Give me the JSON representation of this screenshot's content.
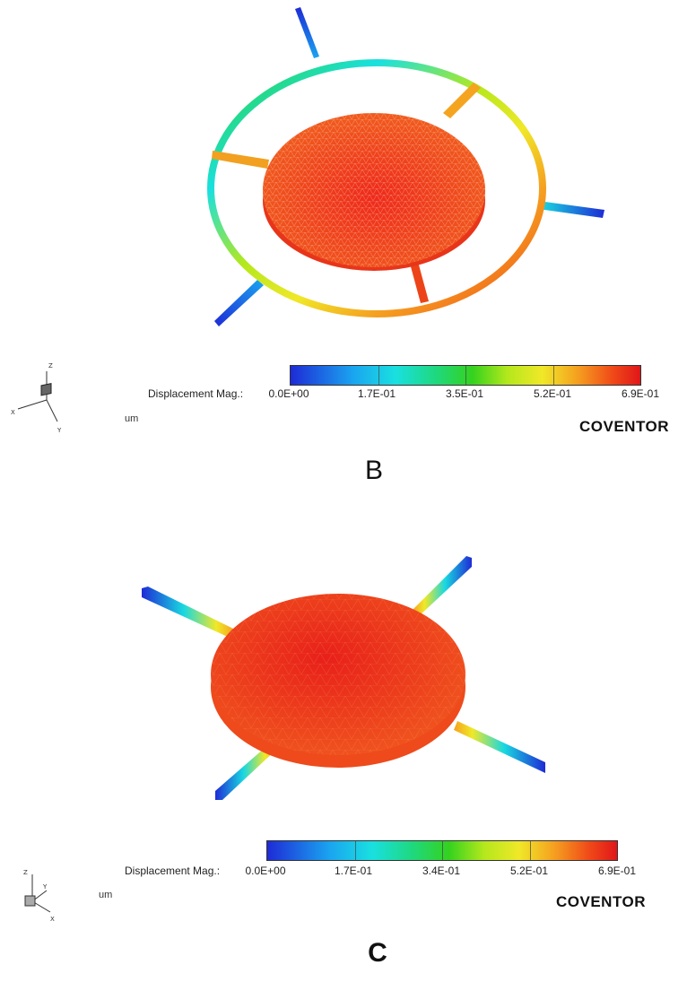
{
  "panel_b": {
    "colorbar": {
      "label": "Displacement Mag.:",
      "ticks": [
        "0.0E+00",
        "1.7E-01",
        "3.5E-01",
        "5.2E-01",
        "6.9E-01"
      ]
    },
    "units": "um",
    "brand": "COVENTOR",
    "fig_label": "B",
    "triad": {
      "z": "Z",
      "x": "X",
      "y": "Y"
    }
  },
  "panel_c": {
    "colorbar": {
      "label": "Displacement Mag.:",
      "ticks": [
        "0.0E+00",
        "1.7E-01",
        "3.4E-01",
        "5.2E-01",
        "6.9E-01"
      ]
    },
    "units": "um",
    "brand": "COVENTOR",
    "fig_label": "C",
    "triad": {
      "z": "Z",
      "y": "Y",
      "x": "X"
    }
  },
  "colors": {
    "min": "#1e2bd6",
    "max": "#e0161a",
    "disc": "#f0401e"
  }
}
